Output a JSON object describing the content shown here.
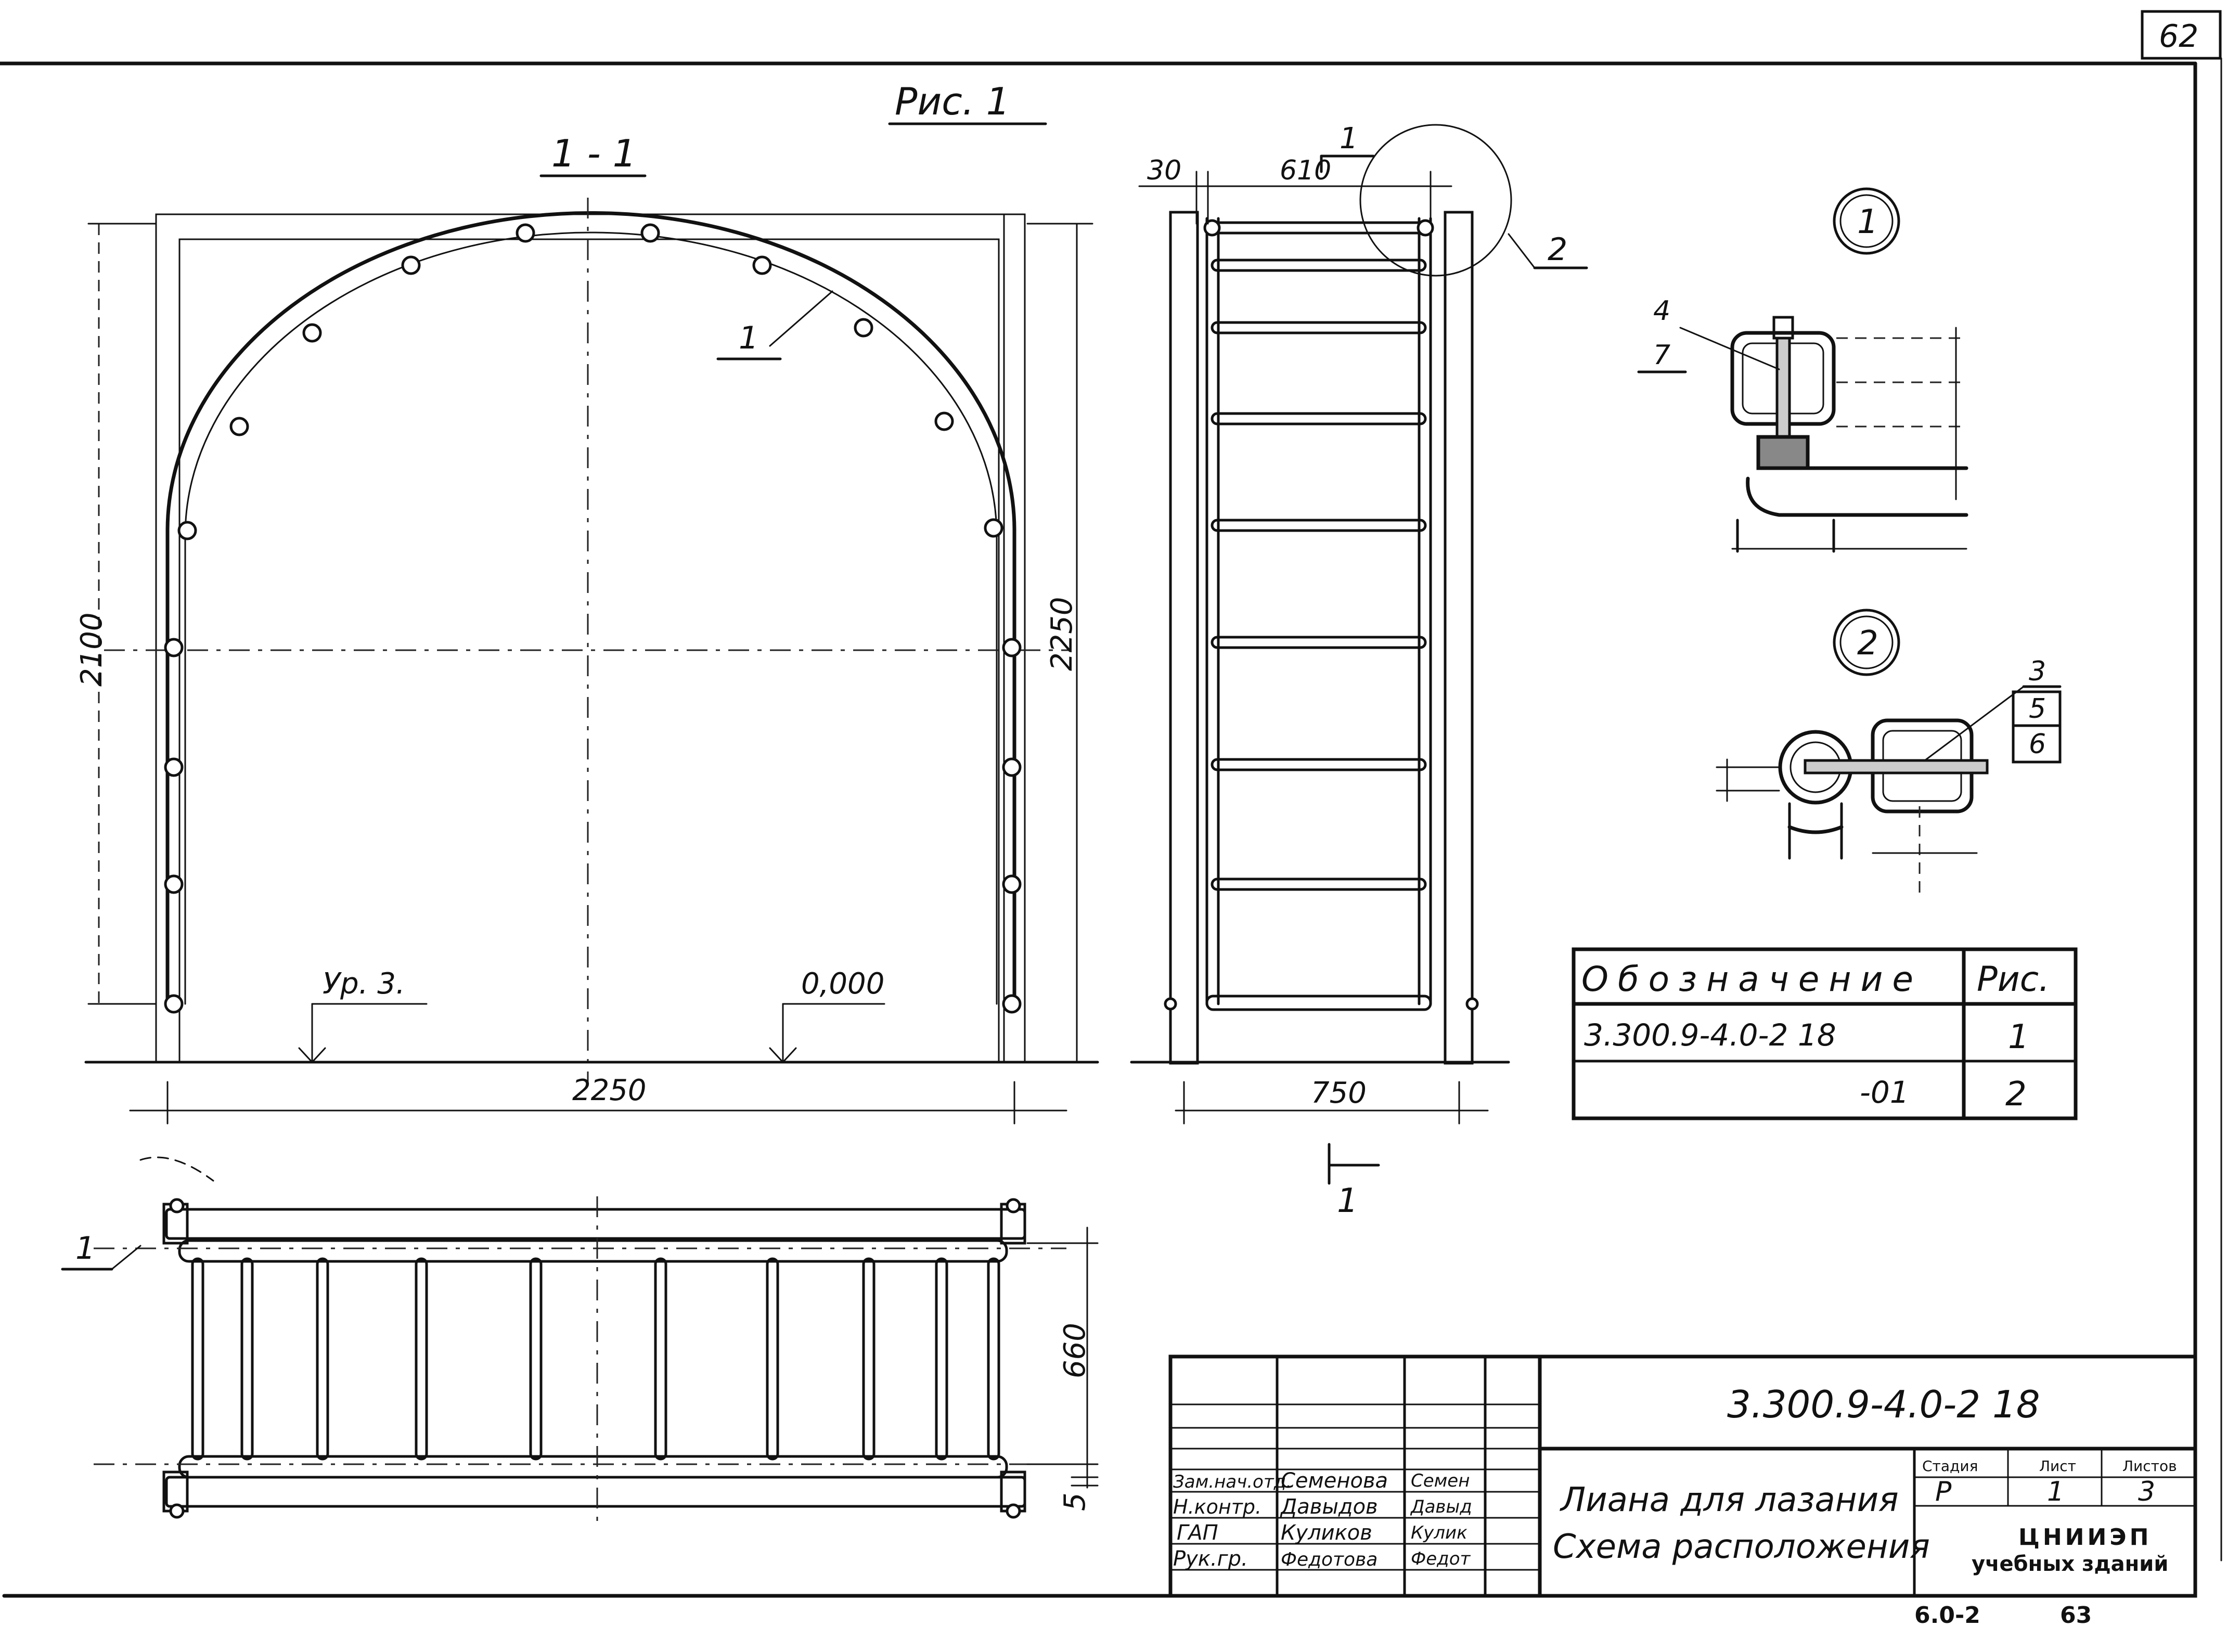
{
  "sheet": {
    "sheet_number_top": "62",
    "footer_left": "6.0-2",
    "footer_right": "63"
  },
  "figure": {
    "title": "Рис. 1",
    "section_label": "1 - 1",
    "section_marker": "1"
  },
  "front_view": {
    "dim_height_left": "2100",
    "dim_height_right": "2250",
    "dim_width": "2250",
    "callout_arc": "1",
    "level_left": "Ур. 3.",
    "level_right": "0,000"
  },
  "side_view": {
    "dim_top_left": "30",
    "dim_top_mid": "610",
    "dim_top_right": "1",
    "callout_node": "2",
    "dim_width": "750",
    "cut_marker": "1"
  },
  "plan_view": {
    "callout": "1",
    "dim_depth": "660",
    "dim_gap": "5"
  },
  "details": {
    "node1_label": "1",
    "node1_pos_a": "4",
    "node1_pos_b": "7",
    "node2_label": "2",
    "node2_pos_a": "3",
    "node2_pos_b": "5",
    "node2_pos_c": "6"
  },
  "designation_table": {
    "headers": [
      "Обозначение",
      "Рис."
    ],
    "rows": [
      {
        "designation": "3.300.9-4.0-2 18",
        "fig": "1"
      },
      {
        "designation": "-01",
        "fig": "2"
      }
    ]
  },
  "title_block": {
    "doc_code": "3.300.9-4.0-2 18",
    "title_line1": "Лиана для лазания",
    "title_line2": "Схема расположения",
    "stage_header": "Стадия",
    "sheet_header": "Лист",
    "sheets_header": "Листов",
    "stage": "Р",
    "sheet": "1",
    "sheets": "3",
    "org_line1": "ЦНИИЭП",
    "org_line2": "учебных зданий",
    "signers": [
      {
        "role": "Зам.нач.отд.",
        "name": "Семенова",
        "signature": "Семен"
      },
      {
        "role": "Н.контр.",
        "name": "Давыдов",
        "signature": "Давыд"
      },
      {
        "role": "ГАП",
        "name": "Куликов",
        "signature": "Кулик"
      },
      {
        "role": "Рук.гр.",
        "name": "Федотова",
        "signature": "Федот"
      }
    ]
  }
}
